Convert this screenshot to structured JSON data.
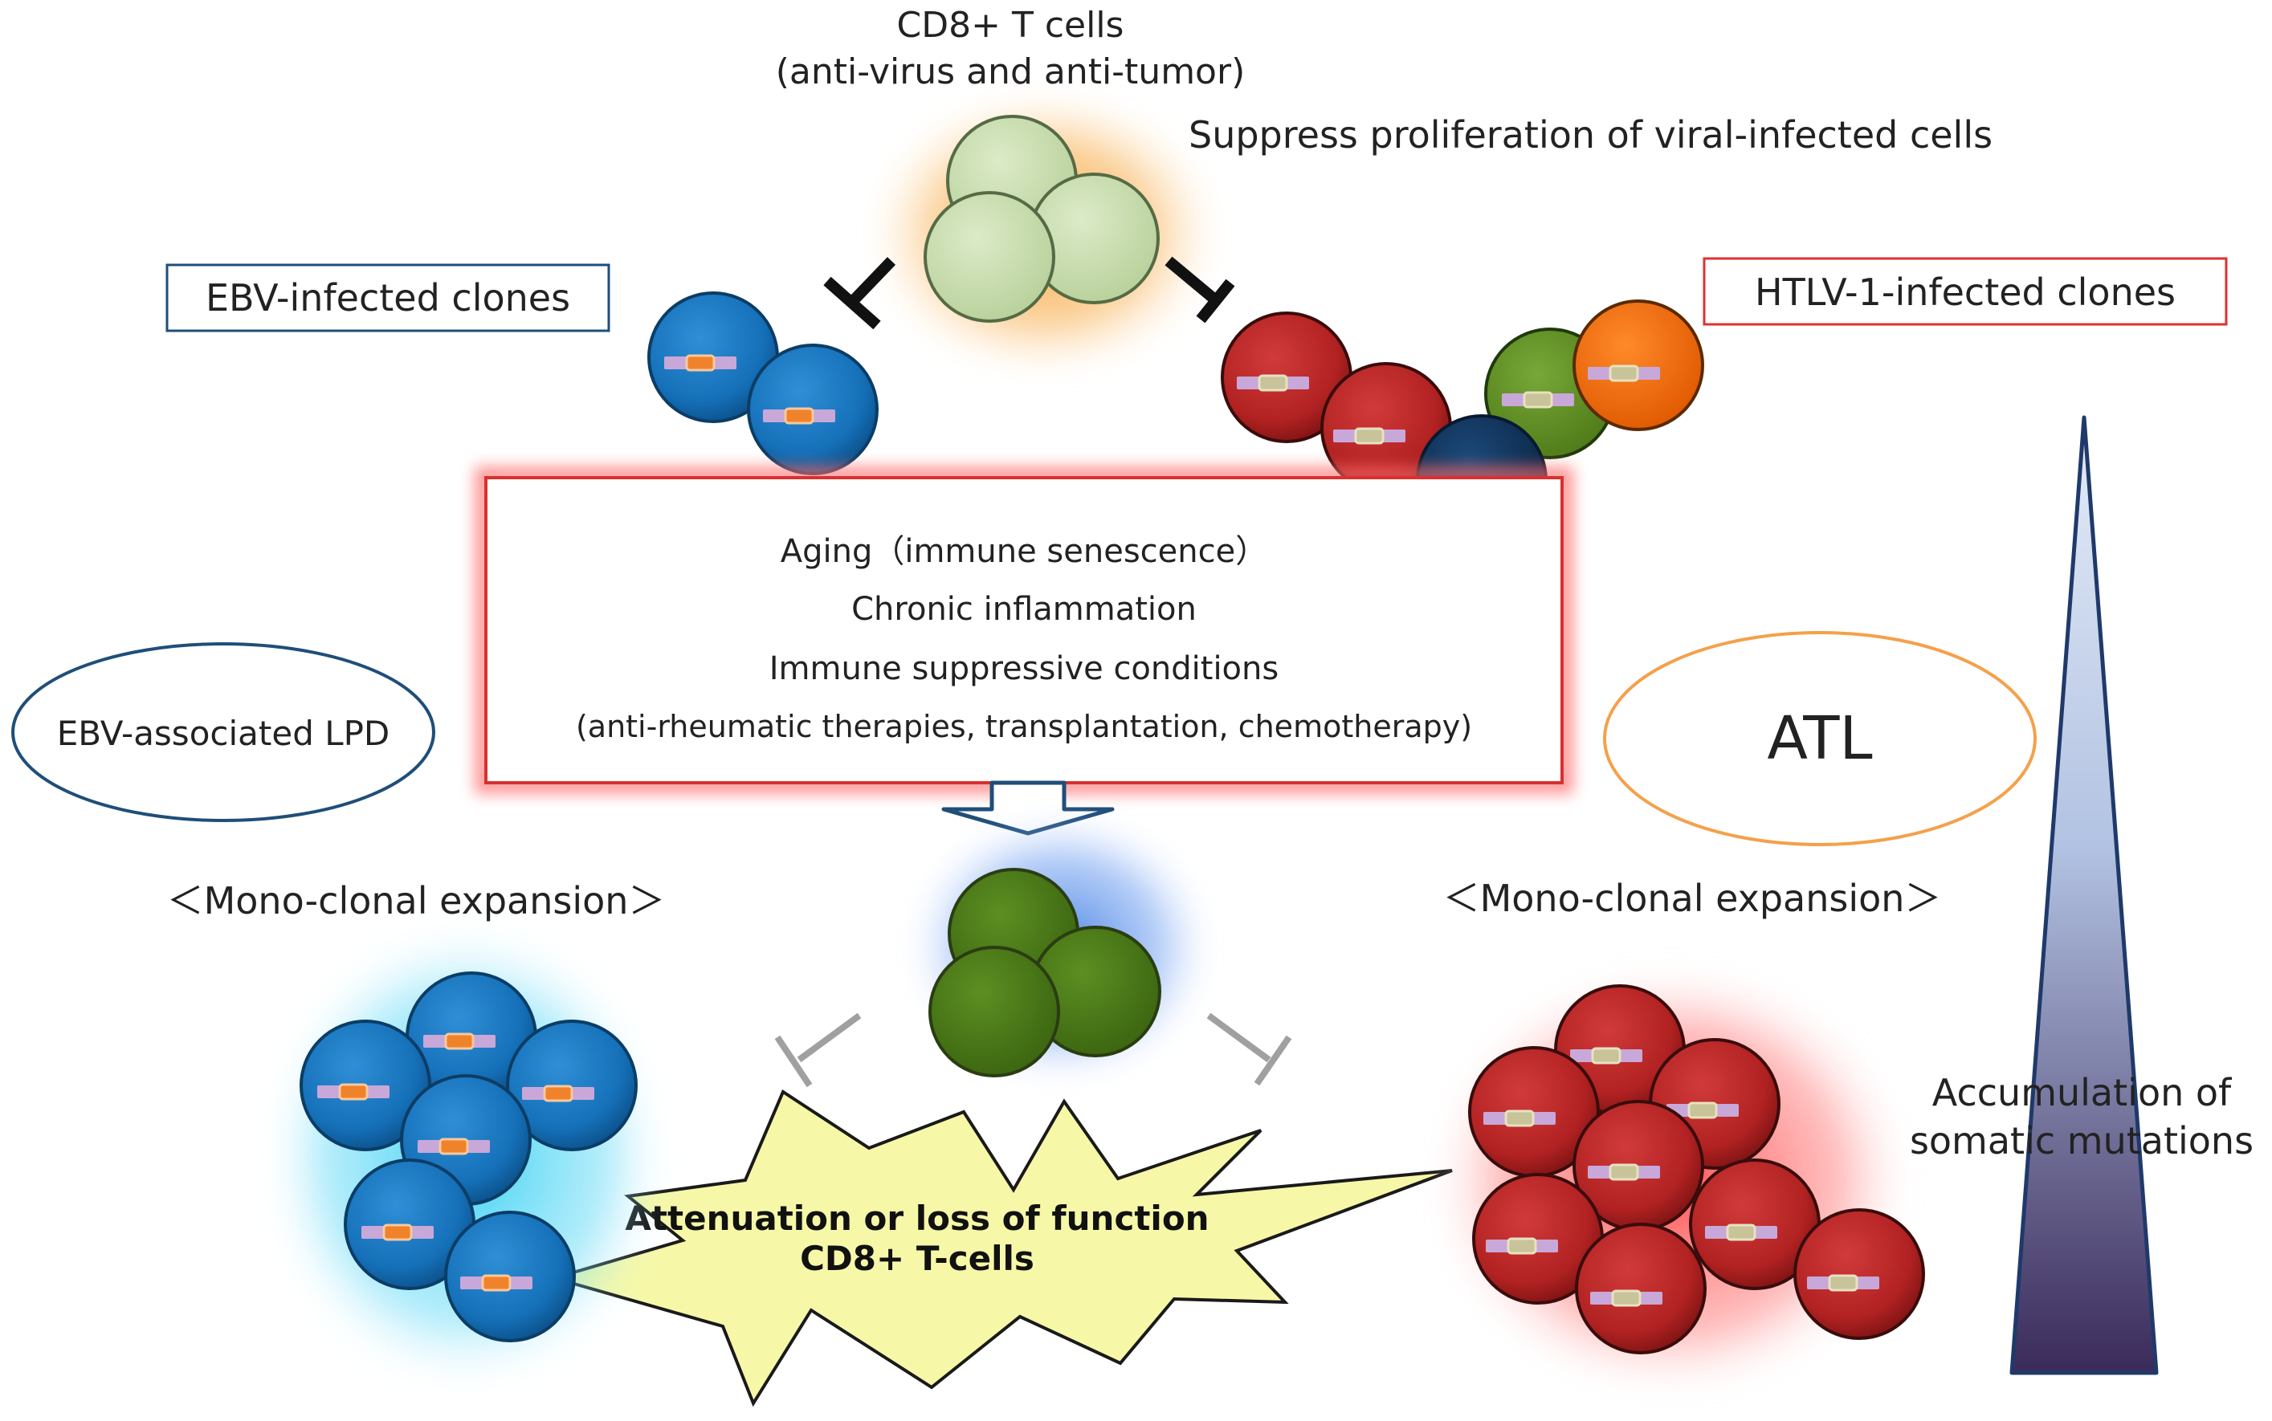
{
  "cd8_title": {
    "line1": "CD8+ T cells",
    "line2": "(anti-virus and anti-tumor)"
  },
  "suppress_label": "Suppress proliferation of viral-infected cells",
  "ebv_clones_label": "EBV-infected clones",
  "htlv_clones_label": "HTLV-1-infected clones",
  "conditions_box": {
    "line1": "Aging（immune senescence）",
    "line2": "Chronic inflammation",
    "line3": "Immune suppressive conditions",
    "line4": "(anti-rheumatic therapies, transplantation, chemotherapy)"
  },
  "ebv_lpd_label": "EBV-associated LPD",
  "atl_label": "ATL",
  "mono_left_label": "＜Mono-clonal expansion＞",
  "mono_right_label": "＜Mono-clonal expansion＞",
  "attenuation_label": {
    "line1": "Attenuation or loss of function",
    "line2": "CD8+ T-cells"
  },
  "mutation_label": {
    "line1": "Accumulation of",
    "line2": "somatic mutations"
  },
  "colors": {
    "ebv_cell": "#1570b8",
    "htlv_red_cell": "#b22222",
    "htlv_green_cell": "#5a8a1e",
    "htlv_orange_cell": "#f26b00",
    "htlv_navy_cell": "#0e2f55",
    "cd8_cell_healthy": "#c7dcb0",
    "cd8_cell_weakened": "#4a7a1a",
    "ebv_box_border": "#1f4e79",
    "htlv_box_border": "#e03030",
    "atl_ellipse": "#f5a04a",
    "lpd_ellipse": "#1f4e79"
  }
}
